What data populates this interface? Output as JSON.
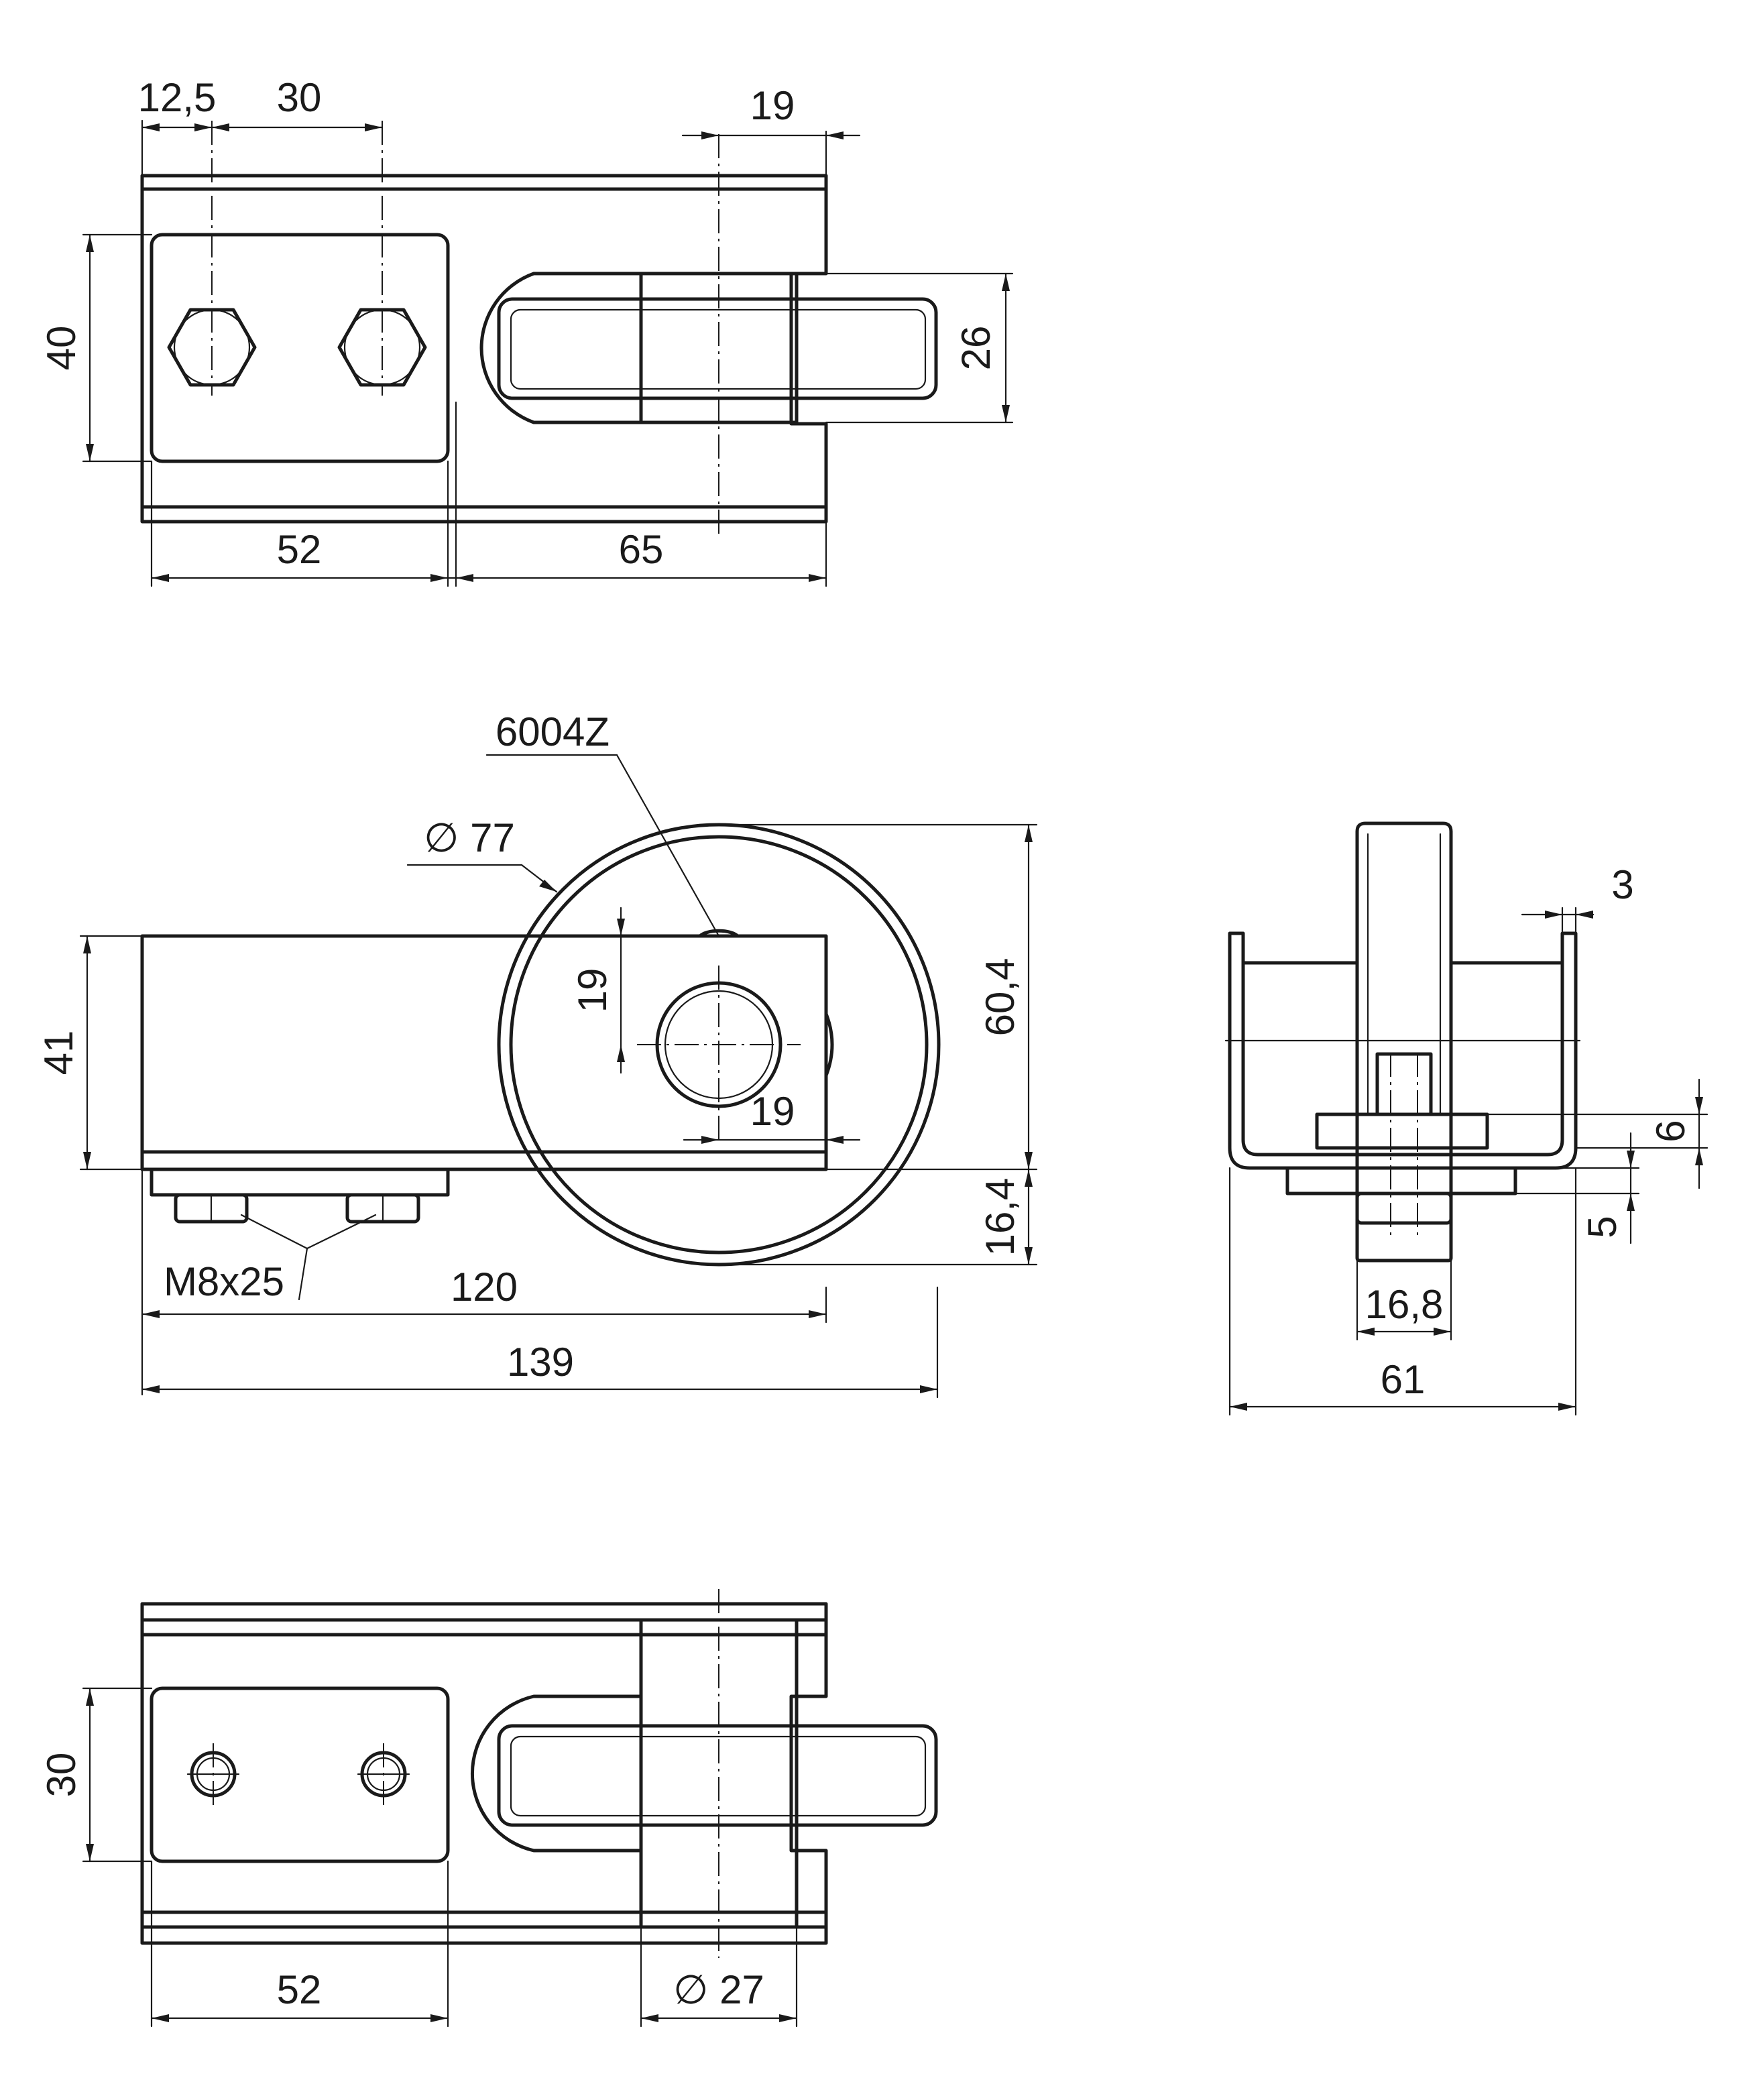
{
  "top_view": {
    "dim_bolt_offset": "12,5",
    "dim_bolt_spacing": "30",
    "dim_axle_width": "19",
    "dim_plate_height": "40",
    "dim_wheel_width": "26",
    "dim_plate_length": "52",
    "dim_wheel_offset": "65"
  },
  "side_view": {
    "bearing_label": "6004Z",
    "wheel_diameter": "∅ 77",
    "dim_axle_height": "19",
    "dim_axle_from_end": "19",
    "dim_body_height": "41",
    "dim_wheel_top": "60,4",
    "dim_wheel_below": "16,4",
    "bolt_label": "M8x25",
    "dim_body_length": "120",
    "dim_total_length": "139"
  },
  "end_view": {
    "dim_wall": "3",
    "dim_base": "6",
    "dim_nut": "5",
    "dim_nut_width": "16,8",
    "dim_total_width": "61"
  },
  "bottom_view": {
    "dim_hole_spacing": "30",
    "dim_plate_length": "52",
    "dim_hub_diameter": "∅ 27"
  }
}
